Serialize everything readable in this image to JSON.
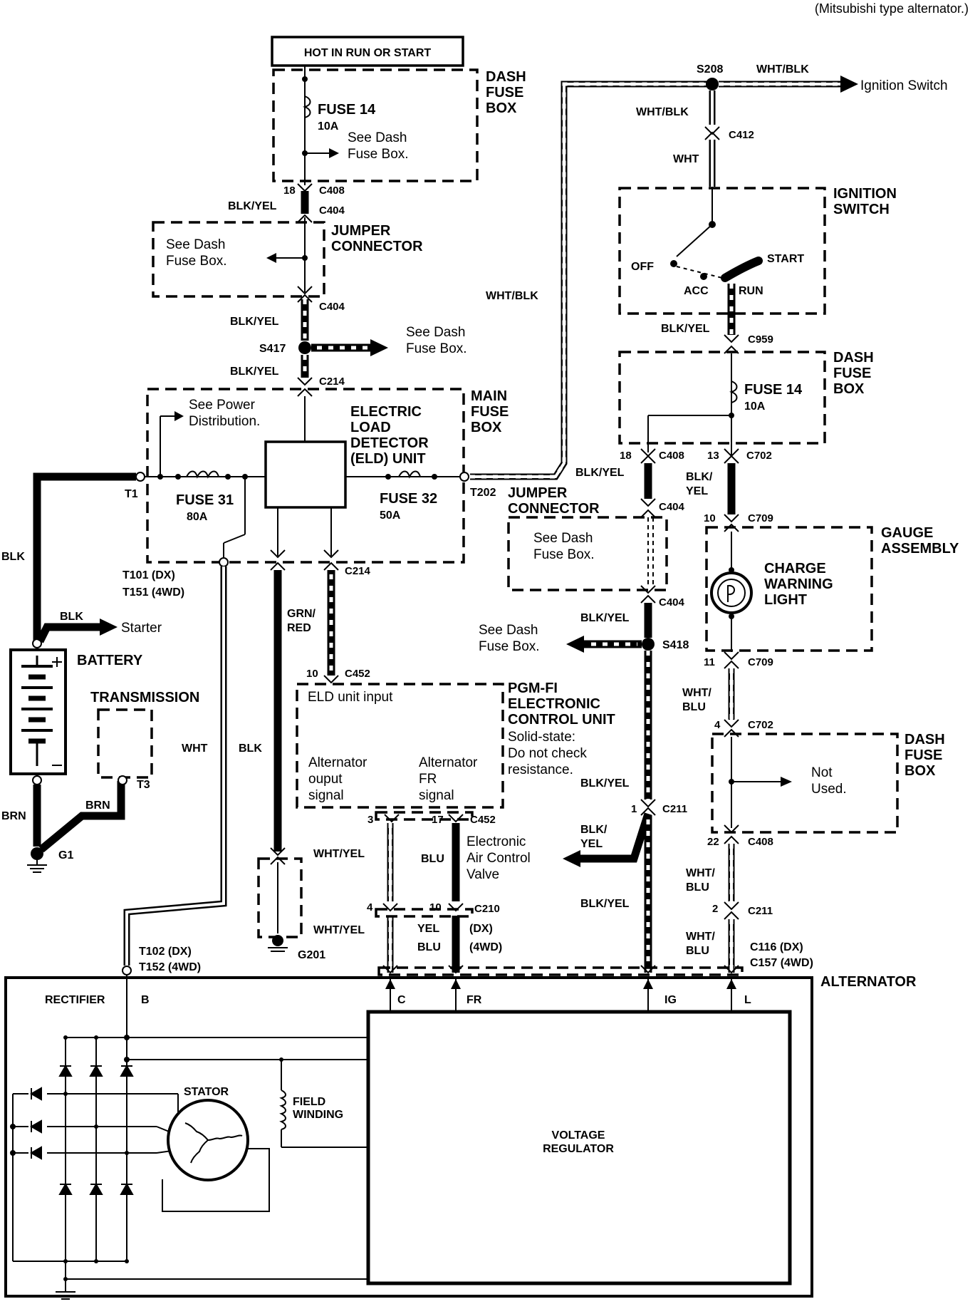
{
  "header_note": "(Mitsubishi type alternator.)",
  "top_left": {
    "hot_box": "HOT IN RUN OR START",
    "dash_fuse_box": [
      "DASH",
      "FUSE",
      "BOX"
    ],
    "fuse14": "FUSE 14",
    "fuse14_amp": "10A",
    "see_dash": [
      "See Dash",
      "Fuse Box."
    ],
    "c408_pin": "18",
    "c408": "C408",
    "blk_yel_1": "BLK/YEL",
    "c404_a": "C404",
    "jumper": [
      "JUMPER",
      "CONNECTOR"
    ],
    "jumper_see": [
      "See Dash",
      "Fuse Box."
    ],
    "c404_b": "C404",
    "blk_yel_2": "BLK/YEL",
    "s417": "S417",
    "s417_see": [
      "See Dash",
      "Fuse Box."
    ],
    "blk_yel_3": "BLK/YEL",
    "c214": "C214"
  },
  "main_fuse": {
    "title": [
      "MAIN",
      "FUSE",
      "BOX"
    ],
    "see_power": [
      "See Power",
      "Distribution."
    ],
    "eld": [
      "ELECTRIC",
      "LOAD",
      "DETECTOR",
      "(ELD) UNIT"
    ],
    "fuse31": "FUSE 31",
    "fuse31_amp": "80A",
    "fuse32": "FUSE 32",
    "fuse32_amp": "50A",
    "t1": "T1",
    "t202": "T202",
    "t101": "T101  (DX)",
    "t151": "T151  (4WD)",
    "c214": "C214"
  },
  "battery_side": {
    "blk": "BLK",
    "blk_starter": "BLK",
    "starter": "Starter",
    "battery": "BATTERY",
    "brn_left": "BRN",
    "brn_right": "BRN",
    "g1": "G1",
    "transmission": "TRANSMISSION",
    "t3": "T3",
    "wht": "WHT",
    "blk_mid": "BLK",
    "grn_red": [
      "GRN/",
      "RED"
    ],
    "g201": "G201"
  },
  "ecu": {
    "pin10": "10",
    "c452_top": "C452",
    "eld_input": "ELD unit input",
    "title": [
      "PGM-FI",
      "ELECTRONIC",
      "CONTROL UNIT"
    ],
    "note": [
      "Solid-state:",
      "Do not check",
      "resistance."
    ],
    "alt_out": [
      "Alternator",
      "ouput",
      "signal"
    ],
    "alt_fr": [
      "Alternator",
      "FR",
      "signal"
    ],
    "pin3": "3",
    "pin17": "17",
    "c452_bot": "C452",
    "wht_yel_1": "WHT/YEL",
    "blu": "BLU",
    "eacv": [
      "Electronic",
      "Air Control",
      "Valve"
    ],
    "pin4": "4",
    "pin10b": "10",
    "c210": "C210",
    "wht_yel_2": "WHT/YEL",
    "yel": "YEL",
    "blu2": "BLU",
    "dx": "(DX)",
    "wd4": "(4WD)"
  },
  "right_side": {
    "s208": "S208",
    "wht_blk_top": "WHT/BLK",
    "ignition_switch_ref": "Ignition Switch",
    "wht_blk_2": "WHT/BLK",
    "c412": "C412",
    "wht": "WHT",
    "wht_blk_long": "WHT/BLK",
    "ign_title": [
      "IGNITION",
      "SWITCH"
    ],
    "off": "OFF",
    "acc": "ACC",
    "start": "START",
    "run": "RUN",
    "blk_yel_a": "BLK/YEL",
    "c959": "C959",
    "dash_fuse": [
      "DASH",
      "FUSE",
      "BOX"
    ],
    "fuse14": "FUSE 14",
    "fuse14_amp": "10A",
    "pin18": "18",
    "c408": "C408",
    "pin13": "13",
    "c702": "C702",
    "blk_yel_b": "BLK/YEL",
    "blk_yel_c": [
      "BLK/",
      "YEL"
    ],
    "c404_a": "C404",
    "pin10": "10",
    "c709_a": "C709",
    "jumper": [
      "JUMPER",
      "CONNECTOR"
    ],
    "jumper_see": [
      "See Dash",
      "Fuse Box."
    ],
    "gauge": [
      "GAUGE",
      "ASSEMBLY"
    ],
    "charge": [
      "CHARGE",
      "WARNING",
      "LIGHT"
    ],
    "c404_b": "C404",
    "blk_yel_d": "BLK/YEL",
    "s418_see": [
      "See Dash",
      "Fuse Box."
    ],
    "s418": "S418",
    "pin11": "11",
    "c709_b": "C709",
    "wht_blu_a": [
      "WHT/",
      "BLU"
    ],
    "pin4": "4",
    "c702_b": "C702",
    "dash_fuse2": [
      "DASH",
      "FUSE",
      "BOX"
    ],
    "not_used": [
      "Not",
      "Used."
    ],
    "blk_yel_e": "BLK/YEL",
    "pin1": "1",
    "c211_a": "C211",
    "blk_yel_f": [
      "BLK/",
      "YEL"
    ],
    "pin22": "22",
    "c408_b": "C408",
    "wht_blu_b": [
      "WHT/",
      "BLU"
    ],
    "blk_yel_g": "BLK/YEL",
    "pin2": "2",
    "c211_b": "C211",
    "wht_blu_c": [
      "WHT/",
      "BLU"
    ],
    "c116": "C116  (DX)",
    "c157": "C157  (4WD)"
  },
  "alternator": {
    "title": "ALTERNATOR",
    "t102": "T102  (DX)",
    "t152": "T152  (4WD)",
    "rectifier": "RECTIFIER",
    "b": "B",
    "c": "C",
    "fr": "FR",
    "ig": "IG",
    "l": "L",
    "stator": "STATOR",
    "field": [
      "FIELD",
      "WINDING"
    ],
    "vreg": [
      "VOLTAGE",
      "REGULATOR"
    ]
  }
}
